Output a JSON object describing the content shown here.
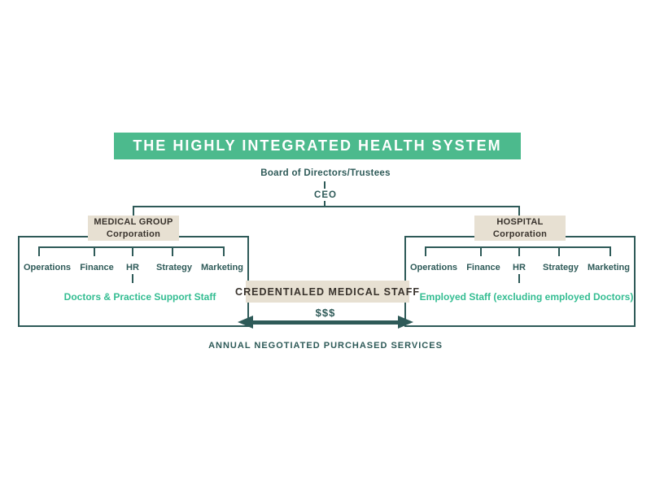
{
  "title_banner": {
    "text": "THE HIGHLY INTEGRATED HEALTH SYSTEM"
  },
  "hierarchy": {
    "board": "Board of Directors/Trustees",
    "ceo": "CEO"
  },
  "departments": [
    "Operations",
    "Finance",
    "HR",
    "Strategy",
    "Marketing"
  ],
  "medical_group": {
    "box_line1": "MEDICAL GROUP",
    "box_line2": "Corporation",
    "caption": "Doctors & Practice Support Staff"
  },
  "hospital": {
    "box_line1": "HOSPITAL",
    "box_line2": "Corporation",
    "caption": "Employed Staff (excluding employed Doctors)"
  },
  "center": {
    "credentialed_box": "CREDENTIALED MEDICAL STAFF",
    "money": "$$$",
    "bottom_label": "ANNUAL NEGOTIATED PURCHASED SERVICES"
  },
  "colors": {
    "banner_bg": "#4CBA8D",
    "banner_text": "#FFFFFF",
    "line_teal": "#2E5A58",
    "accent_green": "#34BD92",
    "box_beige": "#E7E0D2",
    "box_text": "#38322C"
  }
}
